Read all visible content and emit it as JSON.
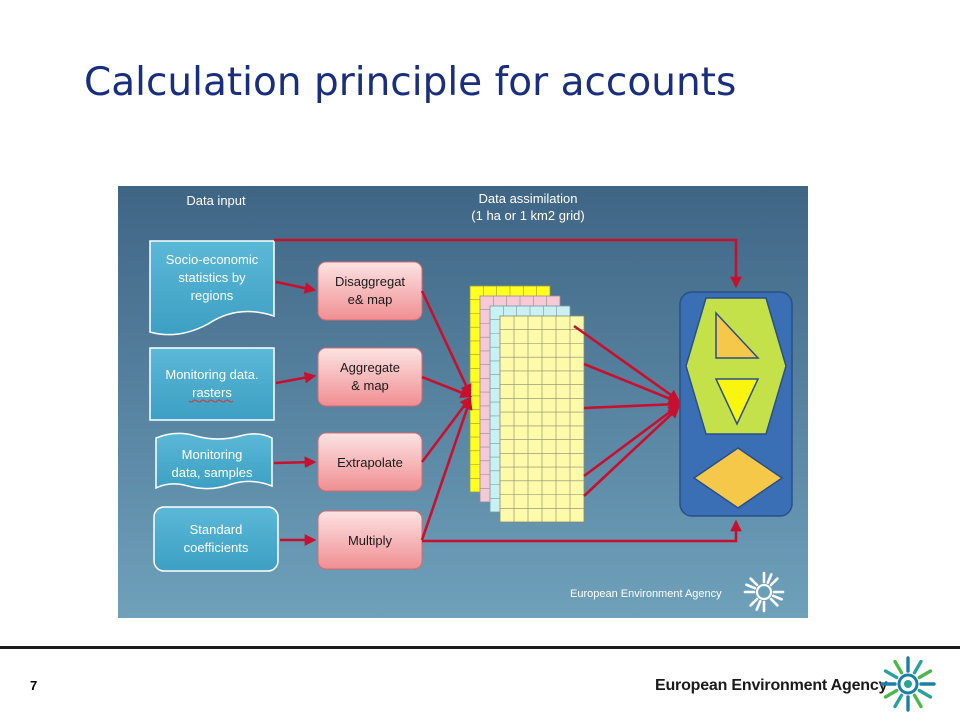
{
  "slide": {
    "title": "Calculation principle for accounts",
    "page_number": "7",
    "footer_brand": "European Environment Agency"
  },
  "diagram": {
    "header_input": "Data input",
    "header_assim_line1": "Data assimilation",
    "header_assim_line2": "(1 ha or 1 km2 grid)",
    "inputs": [
      {
        "lines": [
          "Socio-economic",
          "statistics by",
          "regions"
        ]
      },
      {
        "lines": [
          "Monitoring data.",
          "rasters"
        ]
      },
      {
        "lines": [
          "Monitoring",
          "data, samples"
        ]
      },
      {
        "lines": [
          "Standard",
          "coefficients"
        ]
      }
    ],
    "processes": [
      {
        "lines": [
          "Disaggregat",
          "e& map"
        ]
      },
      {
        "lines": [
          "Aggregate",
          "& map"
        ]
      },
      {
        "lines": [
          "Extrapolate"
        ]
      },
      {
        "lines": [
          "Multiply"
        ]
      }
    ],
    "watermark": "European Environment Agency",
    "colors": {
      "input_box": "#4aa8c9",
      "process_box": "#f4a9ab",
      "arrow": "#c8102e",
      "accounts_panel": "#3a6fb5",
      "hexagon": "#c5e14a",
      "triangle": "#f5c84a",
      "diamond": "#f5c84a"
    }
  }
}
